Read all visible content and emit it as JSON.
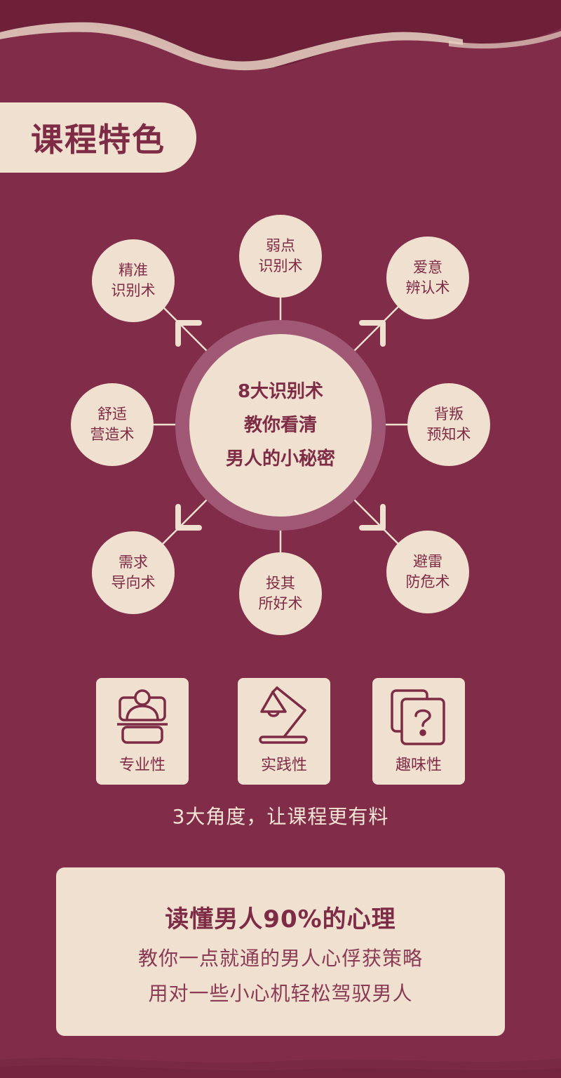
{
  "section": {
    "title": "课程特色"
  },
  "diagram": {
    "center_lines": [
      "8大识别术",
      "教你看清",
      "男人的小秘密"
    ],
    "nodes": [
      {
        "id": "top",
        "lines": [
          "弱点",
          "识别术"
        ]
      },
      {
        "id": "top-left",
        "lines": [
          "精准",
          "识别术"
        ]
      },
      {
        "id": "top-right",
        "lines": [
          "爱意",
          "辨认术"
        ]
      },
      {
        "id": "left",
        "lines": [
          "舒适",
          "营造术"
        ]
      },
      {
        "id": "right",
        "lines": [
          "背叛",
          "预知术"
        ]
      },
      {
        "id": "bottom-left",
        "lines": [
          "需求",
          "导向术"
        ]
      },
      {
        "id": "bottom",
        "lines": [
          "投其",
          "所好术"
        ]
      },
      {
        "id": "bottom-right",
        "lines": [
          "避雷",
          "防危术"
        ]
      }
    ]
  },
  "features": [
    {
      "label": "专业性",
      "icon": "lecturer-icon"
    },
    {
      "label": "实践性",
      "icon": "desk-lamp-icon"
    },
    {
      "label": "趣味性",
      "icon": "question-cards-icon"
    }
  ],
  "tagline": "3大角度，让课程更有料",
  "card": {
    "title": "读懂男人90%的心理",
    "line1": "教你一点就通的男人心俘获策略",
    "line2": "用对一些小心机轻松驾驭男人"
  },
  "colors": {
    "background": "#812d49",
    "cream": "#f0e0d0",
    "accent": "#7e2b46"
  }
}
